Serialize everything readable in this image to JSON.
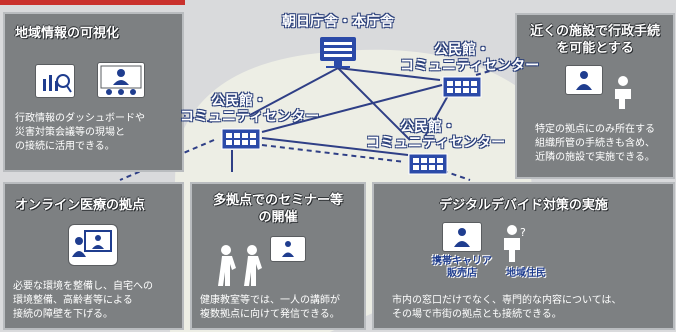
{
  "nodes": {
    "hq": "朝日庁舎・本庁舎",
    "center_left": [
      "公民館・",
      "コミュニティセンター"
    ],
    "center_right_top": [
      "公民館・",
      "コミュニティセンター"
    ],
    "center_right_bottom": [
      "公民館・",
      "コミュニティセンター"
    ]
  },
  "panels": {
    "visualization": {
      "title": "地域情報の可視化",
      "body": [
        "行政情報のダッシュボードや",
        "災害対策会議等の現場と",
        "の接続に活用できる。"
      ]
    },
    "nearby": {
      "title": [
        "近くの施設で行政手続",
        "を可能とする"
      ],
      "body": [
        "特定の拠点にのみ所在する",
        "組織所管の手続きも含め、",
        "近隣の施設で実施できる。"
      ]
    },
    "medical": {
      "title": "オンライン医療の拠点",
      "body": [
        "必要な環境を整備し、自宅への",
        "環境整備、高齢者等による",
        "接続の障壁を下げる。"
      ]
    },
    "seminar": {
      "title": [
        "多拠点でのセミナー等",
        "の開催"
      ],
      "body": [
        "健康教室等では、一人の講師が",
        "複数拠点に向けて発信できる。"
      ]
    },
    "digital": {
      "title": "デジタルデバイド対策の実施",
      "labels": {
        "carrier": [
          "携帯キャリア",
          "販売店"
        ],
        "resident": "地域住民"
      },
      "body": [
        "市内の窓口だけでなく、専門的な内容については、",
        "その場で市街の拠点とも接続できる。"
      ]
    }
  },
  "colors": {
    "panel": "#7d8082",
    "node_blue": "#2b4aa8",
    "accent_red": "#c9312c",
    "network_fill": "#eef0e6"
  }
}
